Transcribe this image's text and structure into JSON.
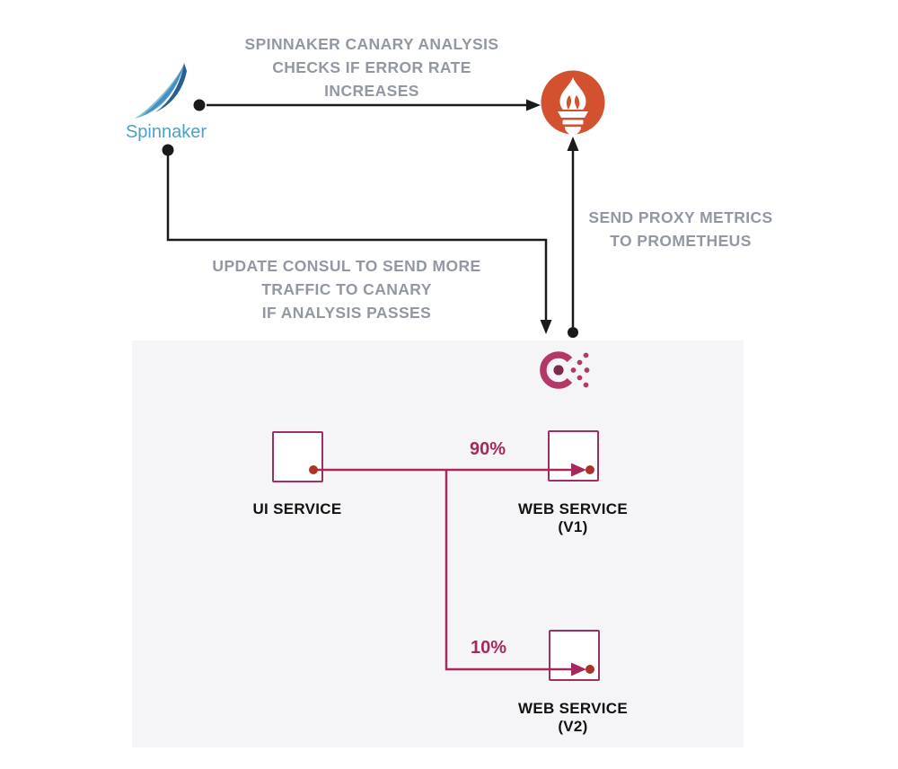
{
  "colors": {
    "prometheus_orange": "#d2512f",
    "consul_magenta": "#b53767",
    "consul_center": "#7e2a4d",
    "flow_magenta": "#a5295c",
    "box_border": "#9c2f63",
    "endpoint_red": "#a93328",
    "line_black": "#1a1a1a",
    "annotation_gray": "#9298a2",
    "spinnaker_blue": "#4ba2c7",
    "panel_gray": "#f5f5f7",
    "white": "#ffffff"
  },
  "annotations": {
    "canary": "SPINNAKER CANARY ANALYSIS\nCHECKS IF ERROR RATE\nINCREASES",
    "consul_update": "UPDATE CONSUL TO SEND MORE\nTRAFFIC TO CANARY\nIF ANALYSIS PASSES",
    "proxy_metrics": "SEND PROXY METRICS\nTO PROMETHEUS"
  },
  "nodes": {
    "spinnaker": {
      "label": "Spinnaker",
      "icon": "spinnaker-sail-icon"
    },
    "prometheus": {
      "icon": "prometheus-torch-icon"
    },
    "consul": {
      "icon": "consul-c-icon"
    },
    "ui_service": {
      "label": "UI SERVICE"
    },
    "web_service_v1": {
      "label": "WEB SERVICE (V1)"
    },
    "web_service_v2": {
      "label": "WEB SERVICE (V2)"
    }
  },
  "traffic": {
    "v1_percent": "90%",
    "v2_percent": "10%"
  }
}
